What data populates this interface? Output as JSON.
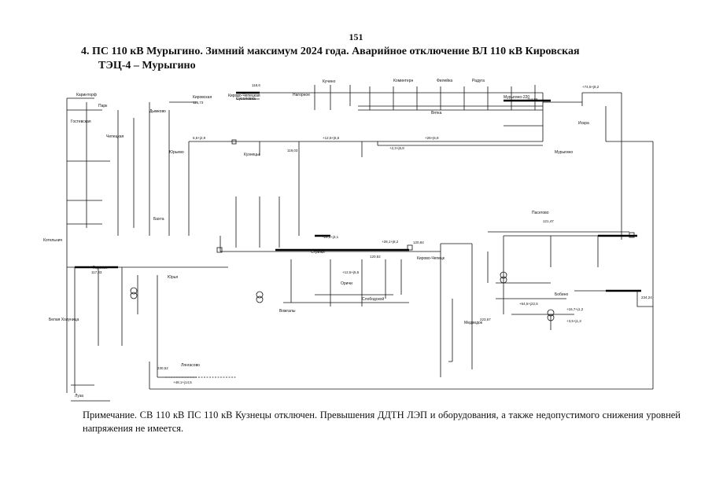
{
  "page": {
    "number": "151"
  },
  "heading": {
    "line1": "4. ПС 110 кВ Мурыгино. Зимний максимум 2024 года. Аварийное отключение  ВЛ 110 кВ Кировская",
    "line2": "ТЭЦ-4 – Мурыгино"
  },
  "note": "Примечание. СВ 110 кВ ПС 110 кВ Кузнецы отключен. Превышения ДДТН ЛЭП и оборудования, а также недопустимого снижения уровней напряжения не имеется.",
  "diagram": {
    "nodes": [
      {
        "id": "n1",
        "label": "Кирово-Чепецкая"
      },
      {
        "id": "n2",
        "label": "Каринторф"
      },
      {
        "id": "n3",
        "label": "Парк"
      },
      {
        "id": "n4",
        "label": "Гостевская"
      },
      {
        "id": "n5",
        "label": "Чепецкая"
      },
      {
        "id": "n6",
        "label": "Дымково"
      },
      {
        "id": "n7",
        "label": "Кировская"
      },
      {
        "id": "n8",
        "label": "Юрьево"
      },
      {
        "id": "n9",
        "label": "Кузнецы"
      },
      {
        "id": "n10",
        "label": "Сусоловка"
      },
      {
        "id": "n11",
        "label": "Нагорное"
      },
      {
        "id": "n12",
        "label": "Кучино"
      },
      {
        "id": "n13",
        "label": "Коминтерн"
      },
      {
        "id": "n14",
        "label": "Филейка"
      },
      {
        "id": "n15",
        "label": "Радуга"
      },
      {
        "id": "n16",
        "label": "Вятка"
      },
      {
        "id": "n17",
        "label": "Мурыгино"
      },
      {
        "id": "n18",
        "label": "Мурыгино-220"
      },
      {
        "id": "n19",
        "label": "Искра"
      },
      {
        "id": "n20",
        "label": "Котельнич"
      },
      {
        "id": "n21",
        "label": "Гирсово"
      },
      {
        "id": "n22",
        "label": "Бахта"
      },
      {
        "id": "n23",
        "label": "Юрья"
      },
      {
        "id": "n24",
        "label": "Оричи"
      },
      {
        "id": "n25",
        "label": "Стрижи"
      },
      {
        "id": "n26",
        "label": "Вожгалы"
      },
      {
        "id": "n27",
        "label": "Слободской"
      },
      {
        "id": "n28",
        "label": "Белая Холуница"
      },
      {
        "id": "n29",
        "label": "Кирово-Чепецк"
      },
      {
        "id": "n30",
        "label": "Пасегово"
      },
      {
        "id": "n31",
        "label": "Бобино"
      },
      {
        "id": "n32",
        "label": "Медведок"
      },
      {
        "id": "n33",
        "label": "Лянгасово"
      },
      {
        "id": "n34",
        "label": "Луза"
      }
    ],
    "flows": [
      {
        "id": "f1",
        "label": "+74,5+j8,2"
      },
      {
        "id": "f2",
        "label": "+12,5+j5,5"
      },
      {
        "id": "f3",
        "label": "+26+j5,9"
      },
      {
        "id": "f4",
        "label": "6,5+j2,9"
      },
      {
        "id": "f5",
        "label": "+2,3+j5,8"
      },
      {
        "id": "f6",
        "label": "-29,3+j3,1"
      },
      {
        "id": "f7",
        "label": "+28,1+j8,2"
      },
      {
        "id": "f8",
        "label": "+12,5+j5,5"
      },
      {
        "id": "f9",
        "label": "+48,1+j14,5"
      },
      {
        "id": "f10",
        "label": "+64,5+j22,5"
      },
      {
        "id": "f11",
        "label": "+16,7+j1,2"
      },
      {
        "id": "f12",
        "label": "+3,5+j1,3"
      }
    ],
    "voltages": [
      {
        "id": "v1",
        "label": "118,6"
      },
      {
        "id": "v2",
        "label": "115,73"
      },
      {
        "id": "v3",
        "label": "114,89"
      },
      {
        "id": "v4",
        "label": "119,03"
      },
      {
        "id": "v5",
        "label": "120,52"
      },
      {
        "id": "v6",
        "label": "120,84"
      },
      {
        "id": "v7",
        "label": "121,47"
      },
      {
        "id": "v8",
        "label": "117,33"
      },
      {
        "id": "v9",
        "label": "230,52"
      },
      {
        "id": "v10",
        "label": "223,67"
      },
      {
        "id": "v11",
        "label": "234,24"
      }
    ]
  }
}
